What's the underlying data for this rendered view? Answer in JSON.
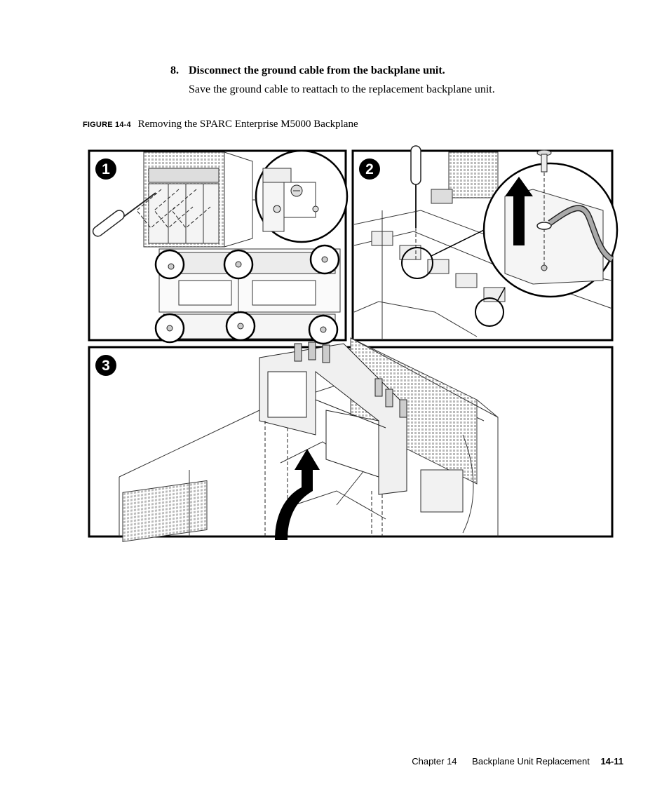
{
  "step": {
    "number": "8.",
    "heading": "Disconnect the ground cable from the backplane unit.",
    "body": "Save the ground cable to reattach to the replacement backplane unit."
  },
  "figure": {
    "label": "FIGURE 14-4",
    "caption": "Removing the SPARC Enterprise M5000 Backplane",
    "panels": [
      {
        "number": "1"
      },
      {
        "number": "2"
      },
      {
        "number": "3"
      }
    ]
  },
  "footer": {
    "chapter": "Chapter 14",
    "title": "Backplane Unit Replacement",
    "page": "14-11"
  }
}
